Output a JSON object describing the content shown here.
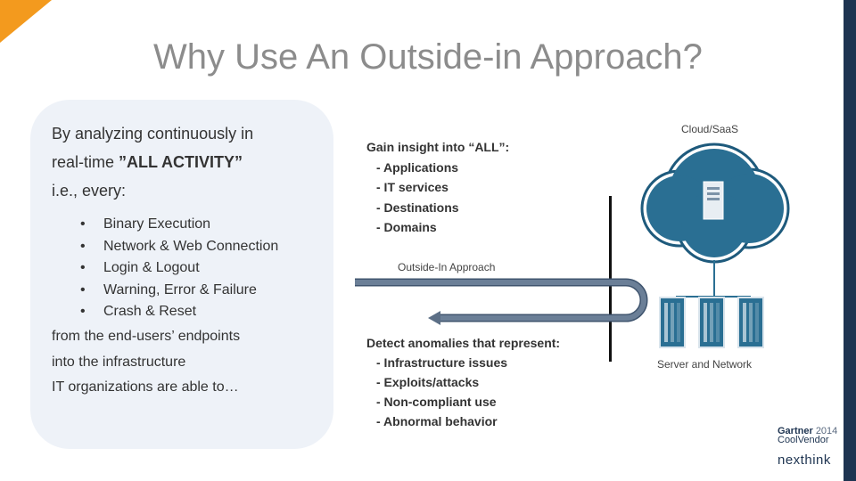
{
  "title": "Why Use An Outside-in Approach?",
  "left_panel": {
    "intro_line1": "By analyzing continuously in",
    "intro_line2_prefix": "real-time ",
    "intro_line2_bold": "”ALL ACTIVITY”",
    "intro_line3": "i.e., every:",
    "bullets": [
      "Binary Execution",
      "Network & Web Connection",
      "Login & Logout",
      "Warning, Error & Failure",
      "Crash & Reset"
    ],
    "after_lines": [
      "from the end-users’ endpoints",
      "into the infrastructure",
      "IT organizations are able to…"
    ]
  },
  "insight": {
    "heading": "Gain insight into “ALL”:",
    "items": [
      "- Applications",
      "- IT services",
      "- Destinations",
      "- Domains"
    ]
  },
  "detect": {
    "heading": "Detect anomalies that represent:",
    "items": [
      "- Infrastructure issues",
      "- Exploits/attacks",
      "- Non-compliant use",
      "- Abnormal behavior"
    ]
  },
  "diagram": {
    "approach_label": "Outside-In Approach",
    "cloud_label": "Cloud/SaaS",
    "server_label": "Server and Network"
  },
  "logo": {
    "gartner": "Gartner",
    "year": "2014",
    "cool_vendor": "CoolVendor",
    "brand": "nexthink"
  },
  "colors": {
    "accent_orange": "#f39a1e",
    "navy": "#1e3451",
    "cloud_blue": "#2a6f93",
    "arrow_gray": "#5c6f86",
    "panel_bg": "#eef2f8"
  }
}
